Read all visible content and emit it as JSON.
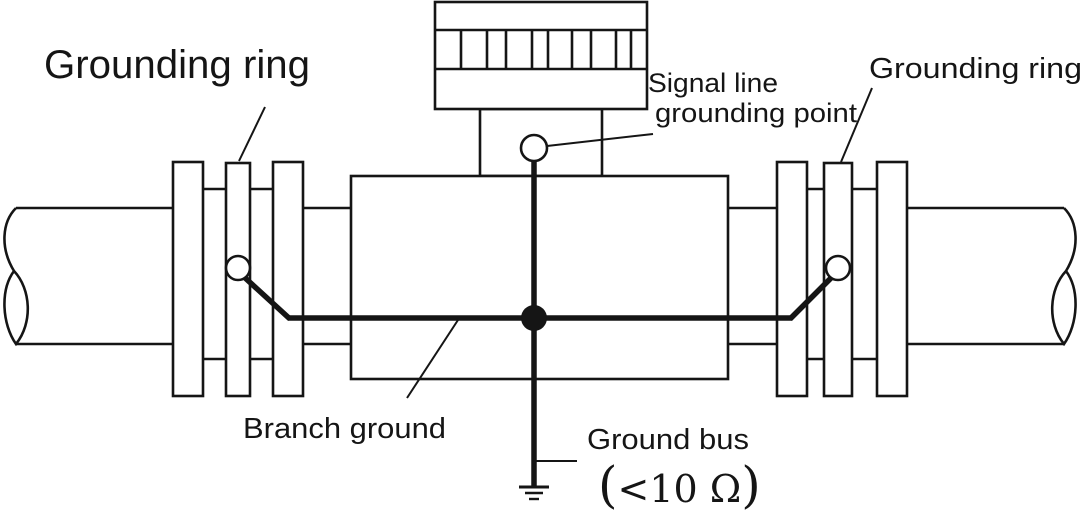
{
  "diagram": {
    "description": "Electromagnetic flowmeter grounding scheme diagram",
    "labels": {
      "grounding_ring_left": "Grounding ring",
      "signal_line_line1": "Signal line",
      "signal_line_line2": "grounding point",
      "grounding_ring_right": "Grounding ring",
      "branch_ground": "Branch ground",
      "ground_bus": "Ground bus",
      "resistance_open": "(",
      "resistance_value": "<10 Ω",
      "resistance_close": ")"
    },
    "colors": {
      "line": "#151515",
      "background": "#ffffff"
    }
  }
}
